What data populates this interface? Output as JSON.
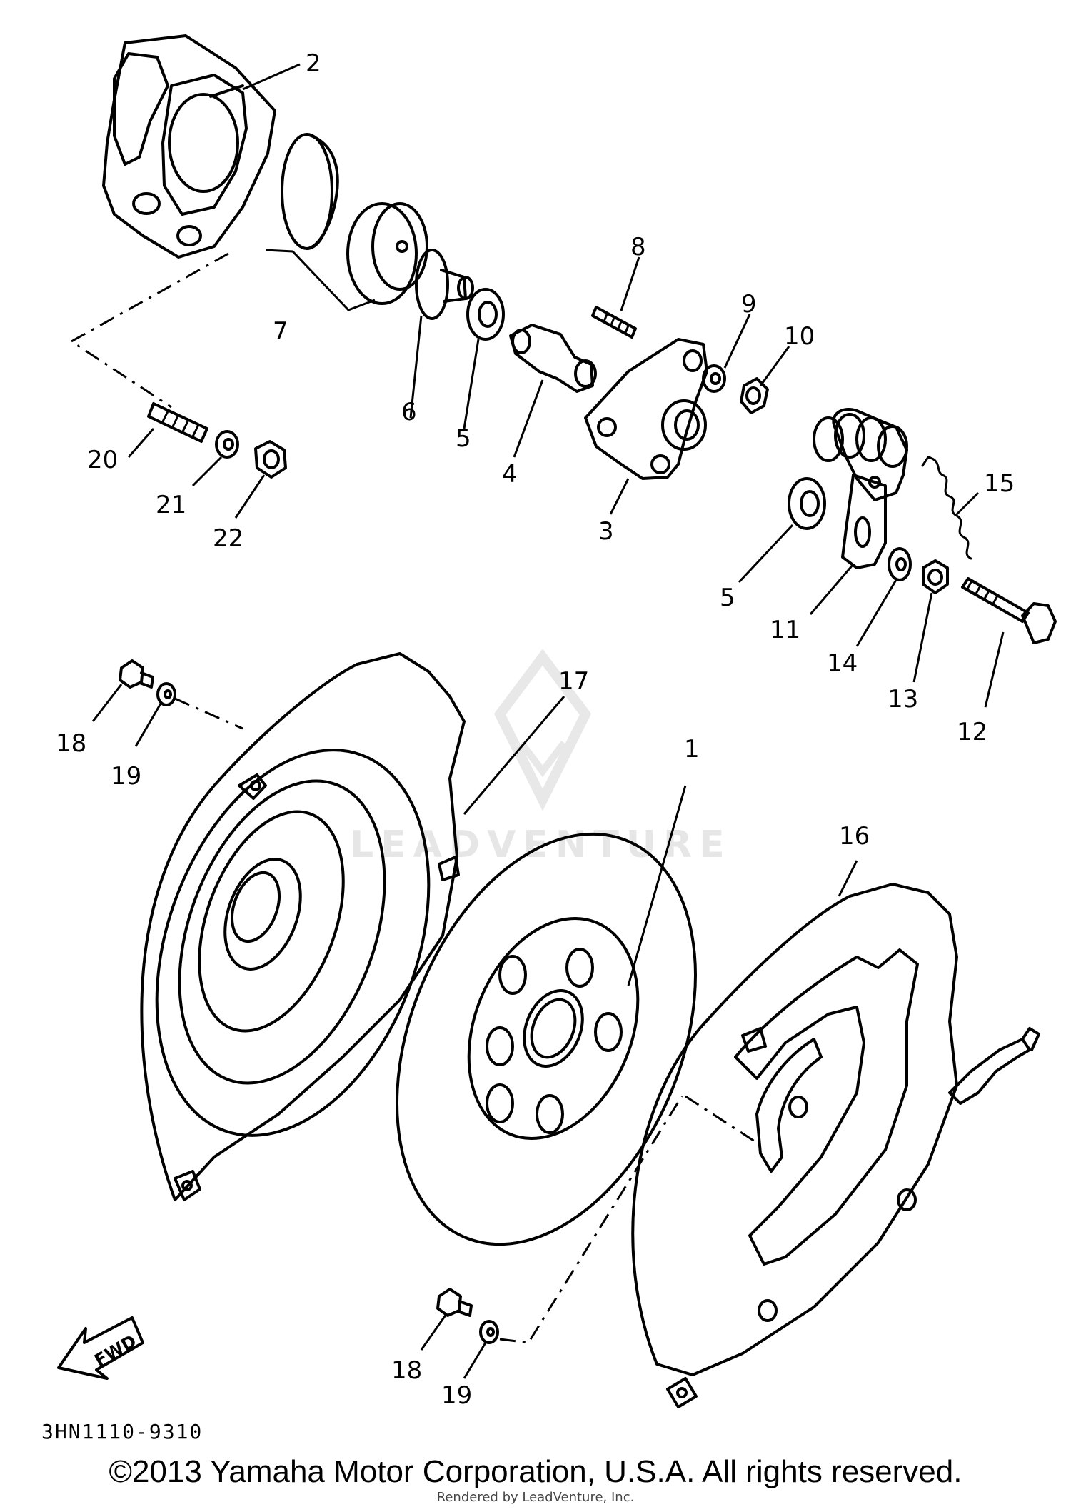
{
  "diagram": {
    "callouts": [
      "1",
      "2",
      "3",
      "4",
      "5",
      "5",
      "6",
      "7",
      "8",
      "9",
      "10",
      "11",
      "12",
      "13",
      "14",
      "15",
      "16",
      "17",
      "18",
      "19",
      "18",
      "19",
      "20",
      "21",
      "22"
    ],
    "watermark": "LEADVENTURE",
    "direction_arrow": "FWD",
    "catalog_code": "3HN1110-9310"
  },
  "footer": {
    "copyright": "©2013 Yamaha Motor Corporation, U.S.A. All rights reserved.",
    "rendered_by": "Rendered by LeadVenture, Inc."
  },
  "colors": {
    "line": "#000000",
    "watermark": "#e6e6e6",
    "background": "#ffffff"
  }
}
